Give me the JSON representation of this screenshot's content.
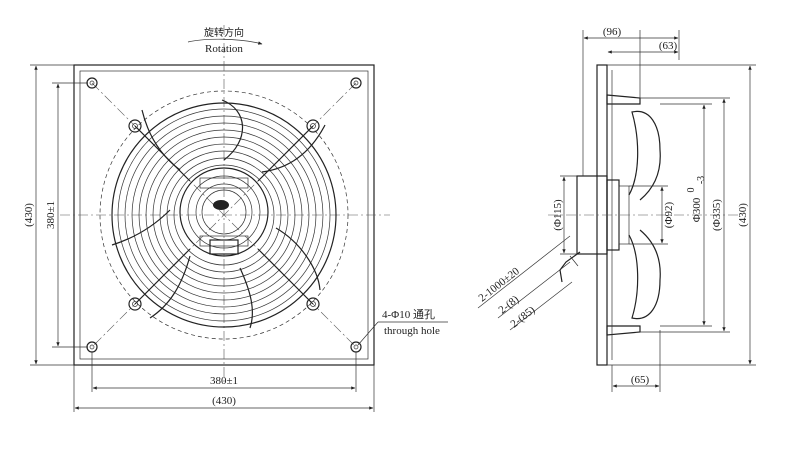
{
  "front_view": {
    "rotation_cn": "旋转方向",
    "rotation_en": "Rotation",
    "hole_note_line1": "4-Φ10 通孔",
    "hole_note_line2": "through hole",
    "dim_height_outer": "(430)",
    "dim_height_inner": "380±1",
    "dim_width_inner": "380±1",
    "dim_width_outer": "(430)"
  },
  "side_view": {
    "dim_top_96": "(96)",
    "dim_top_63": "(63)",
    "dim_hub": "(Φ115)",
    "dim_motor": "(Φ92)",
    "dim_blade": "Φ300",
    "dim_blade_tol_upper": "0",
    "dim_blade_tol_lower": "-3",
    "dim_guard": "(Φ335)",
    "dim_height": "(430)",
    "dim_bottom_65": "(65)",
    "cable_1": "2-1000±20",
    "cable_2": "2-(8)",
    "cable_3": "2-(85)"
  }
}
